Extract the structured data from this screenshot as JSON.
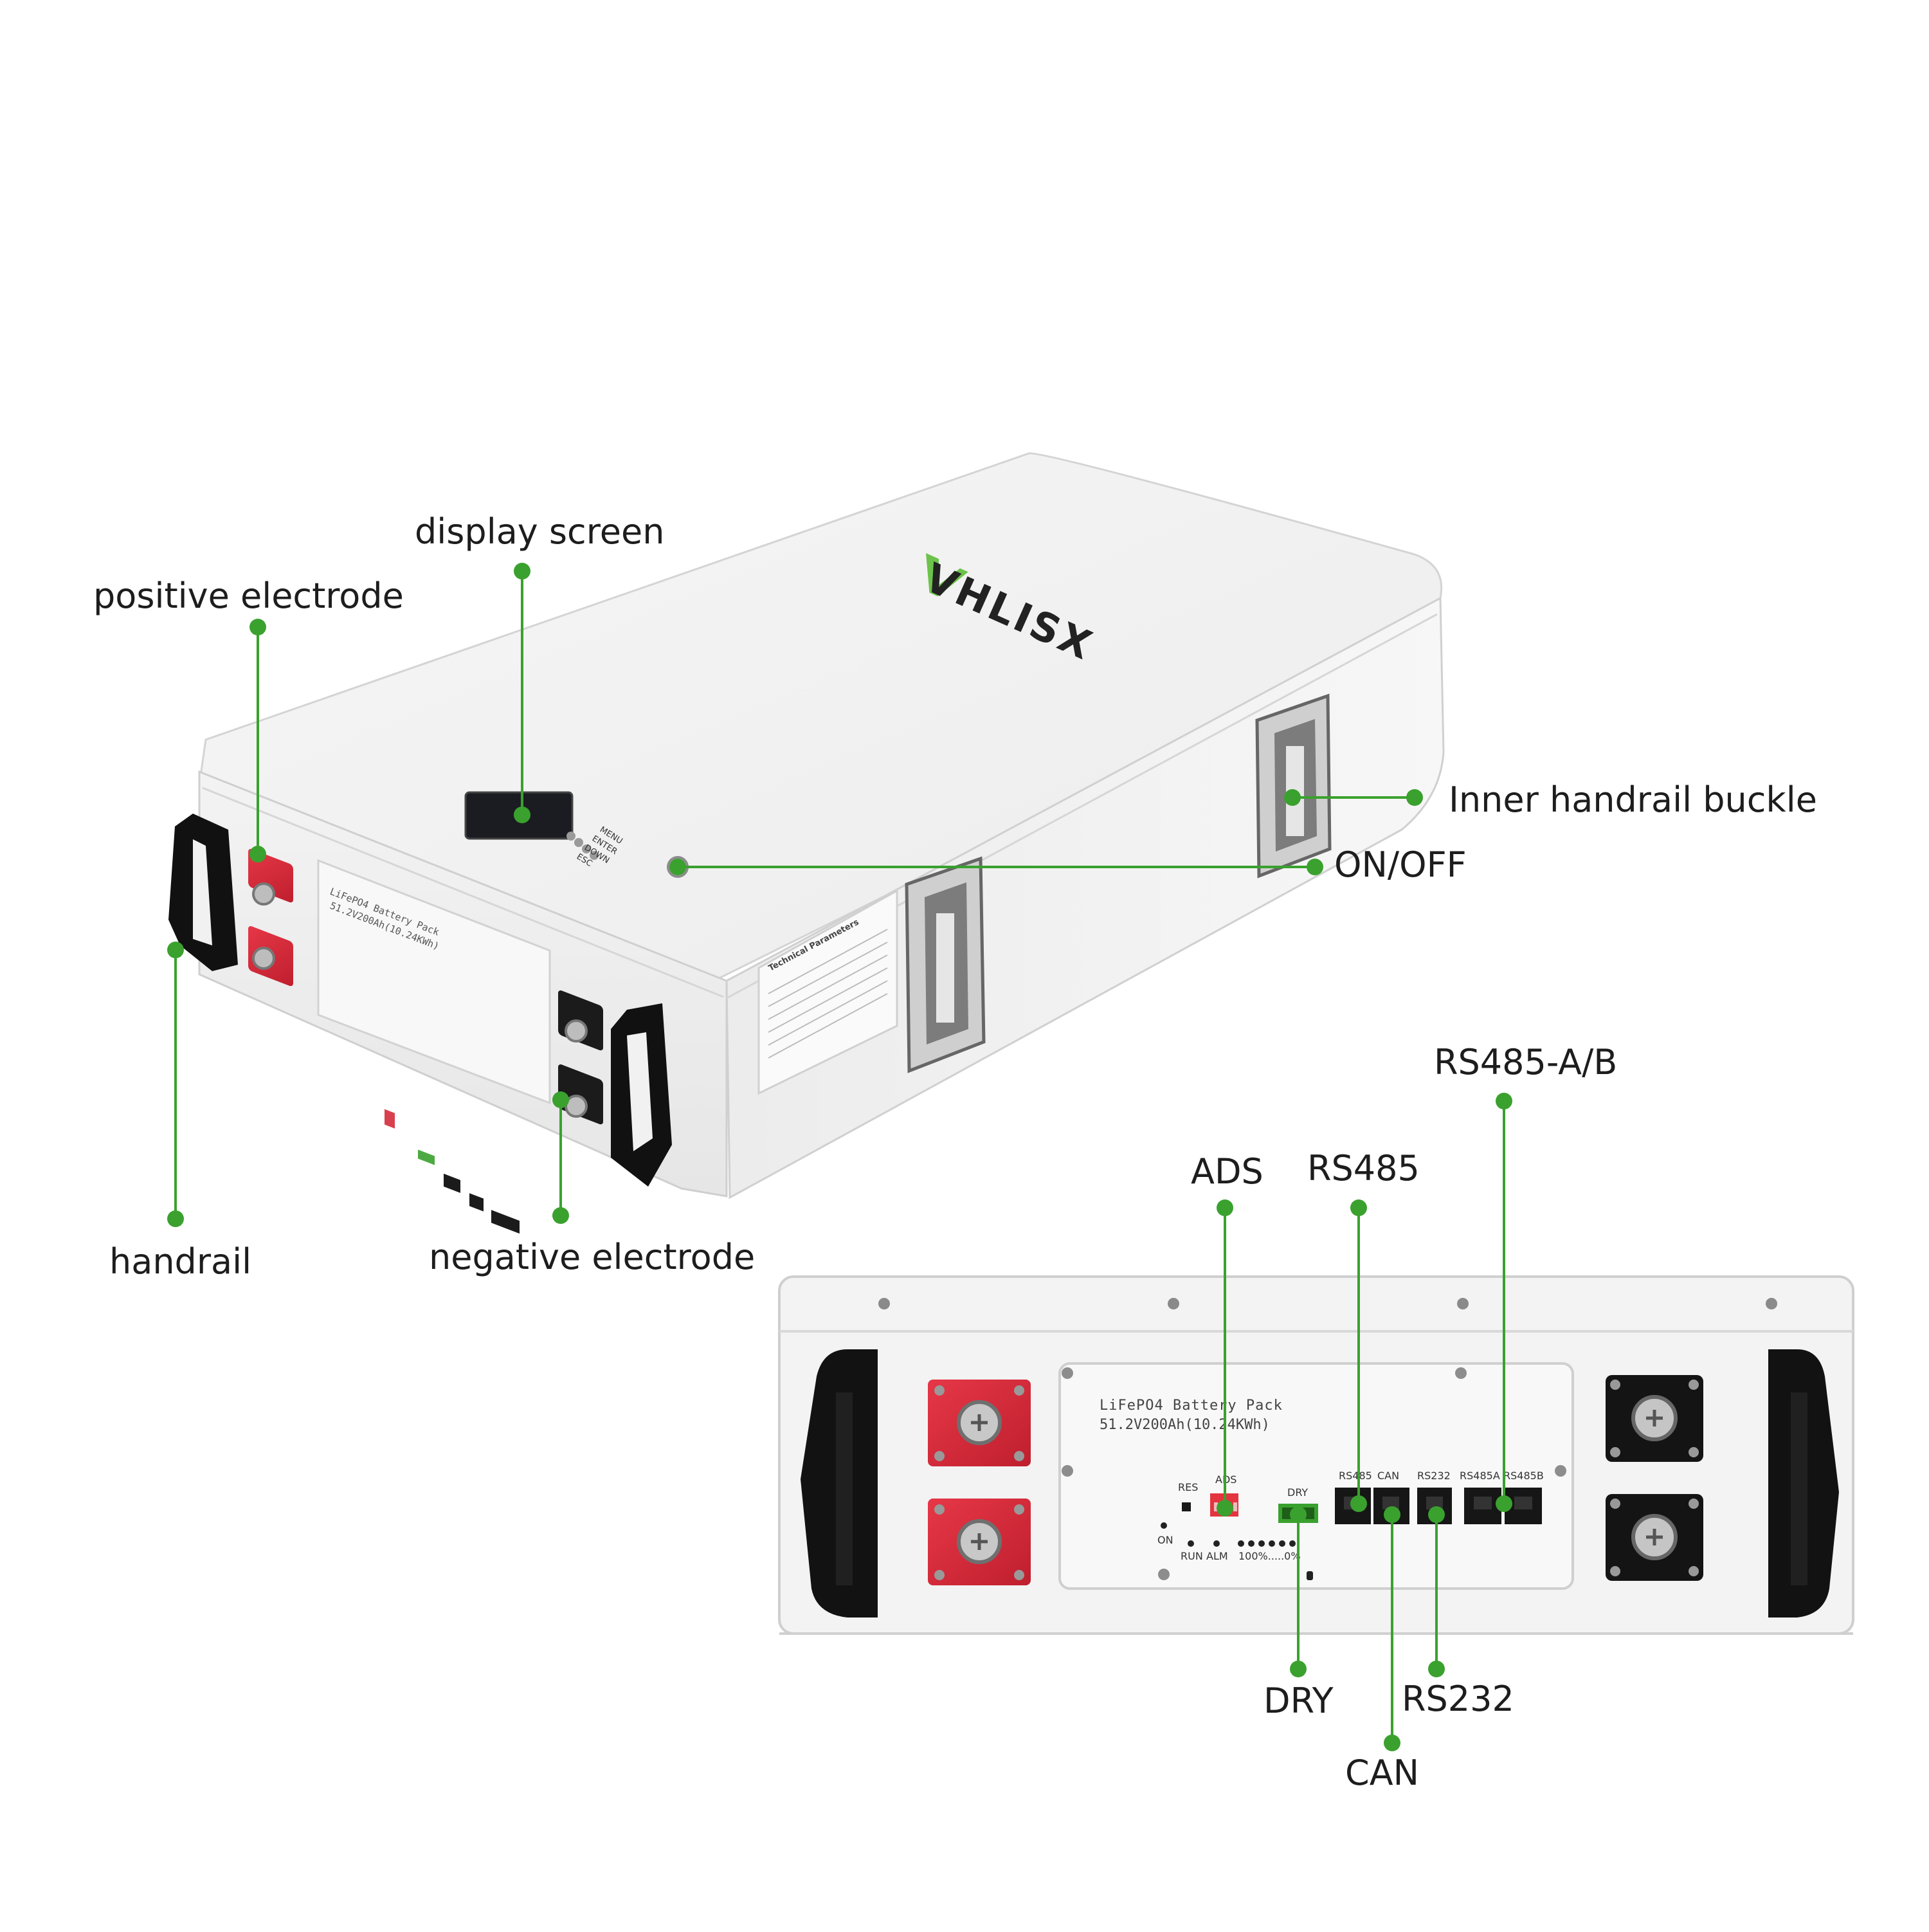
{
  "brand": {
    "name": "VHLISX",
    "accent": "#6cc24a"
  },
  "colors": {
    "callout": "#3aa12e",
    "terminal_red": "#d52b3a",
    "handle": "#111111",
    "body": "#f4f4f4"
  },
  "callouts": {
    "display_screen": "display screen",
    "positive_electrode": "positive electrode",
    "handrail": "handrail",
    "negative_electrode": "negative electrode",
    "inner_handrail_buckle": "Inner handrail buckle",
    "on_off": "ON/OFF",
    "rs485_ab": "RS485-A/B",
    "ads": "ADS",
    "rs485": "RS485",
    "dry": "DRY",
    "can": "CAN",
    "rs232": "RS232"
  },
  "panel": {
    "title_line1": "LiFePO4 Battery Pack",
    "title_line2": "51.2V200Ah(10.24KWh)",
    "res": "RES",
    "ads": "ADS",
    "dry": "DRY",
    "on": "ON",
    "run": "RUN",
    "alm": "ALM",
    "soc": "100%.....0%",
    "rs485": "RS485",
    "can": "CAN",
    "rs232": "RS232",
    "rs485a": "RS485A",
    "rs485b": "RS485B"
  },
  "buttons": {
    "menu": "MENU",
    "enter": "ENTER",
    "down": "DOWN",
    "esc": "ESC"
  },
  "tech_title": "Technical Parameters"
}
